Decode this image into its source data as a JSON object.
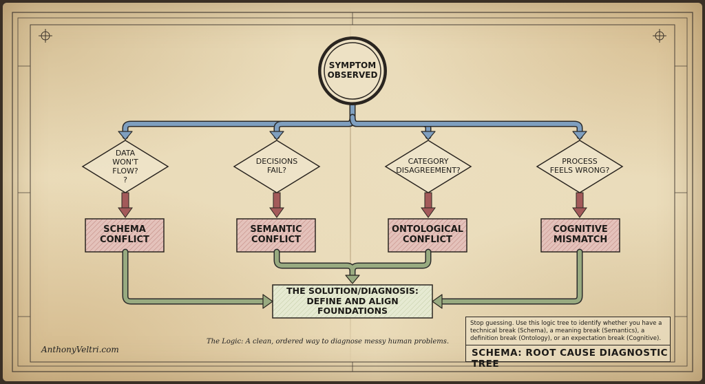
{
  "start": {
    "line1": "SYMPTOM",
    "line2": "OBSERVED"
  },
  "decisions": [
    {
      "id": "d1",
      "lines": [
        "DATA",
        "WON'T",
        "FLOW?",
        "?"
      ]
    },
    {
      "id": "d2",
      "lines": [
        "DECISIONS",
        "FAIL?"
      ]
    },
    {
      "id": "d3",
      "lines": [
        "CATEGORY",
        "DISAGREEMENT?"
      ]
    },
    {
      "id": "d4",
      "lines": [
        "PROCESS",
        "FEELS WRONG?"
      ]
    }
  ],
  "conflicts": [
    {
      "id": "c1",
      "line1": "SCHEMA",
      "line2": "CONFLICT"
    },
    {
      "id": "c2",
      "line1": "SEMANTIC",
      "line2": "CONFLICT"
    },
    {
      "id": "c3",
      "line1": "ONTOLOGICAL",
      "line2": "CONFLICT"
    },
    {
      "id": "c4",
      "line1": "COGNITIVE",
      "line2": "MISMATCH"
    }
  ],
  "solution": {
    "line1": "THE SOLUTION/DIAGNOSIS:",
    "line2": "DEFINE AND ALIGN FOUNDATIONS"
  },
  "legend": {
    "description": "Stop guessing. Use this logic tree to identify whether you have a technical break (Schema), a meaning break (Semantics), a definition break (Ontology), or an expectation break (Cognitive).",
    "title": "SCHEMA: ROOT CAUSE DIAGNOSTIC TREE"
  },
  "logic_note": "The Logic: A clean, ordered way to diagnose messy human problems.",
  "author": "AnthonyVeltri.com",
  "colors": {
    "blue_arrow": "#7f9fbf",
    "red_arrow": "#a35a5a",
    "green_arrow": "#98aa80",
    "conflict_fill": "#ddb4ad",
    "solution_fill": "#dfe5c8",
    "ink": "#1c1a17"
  }
}
